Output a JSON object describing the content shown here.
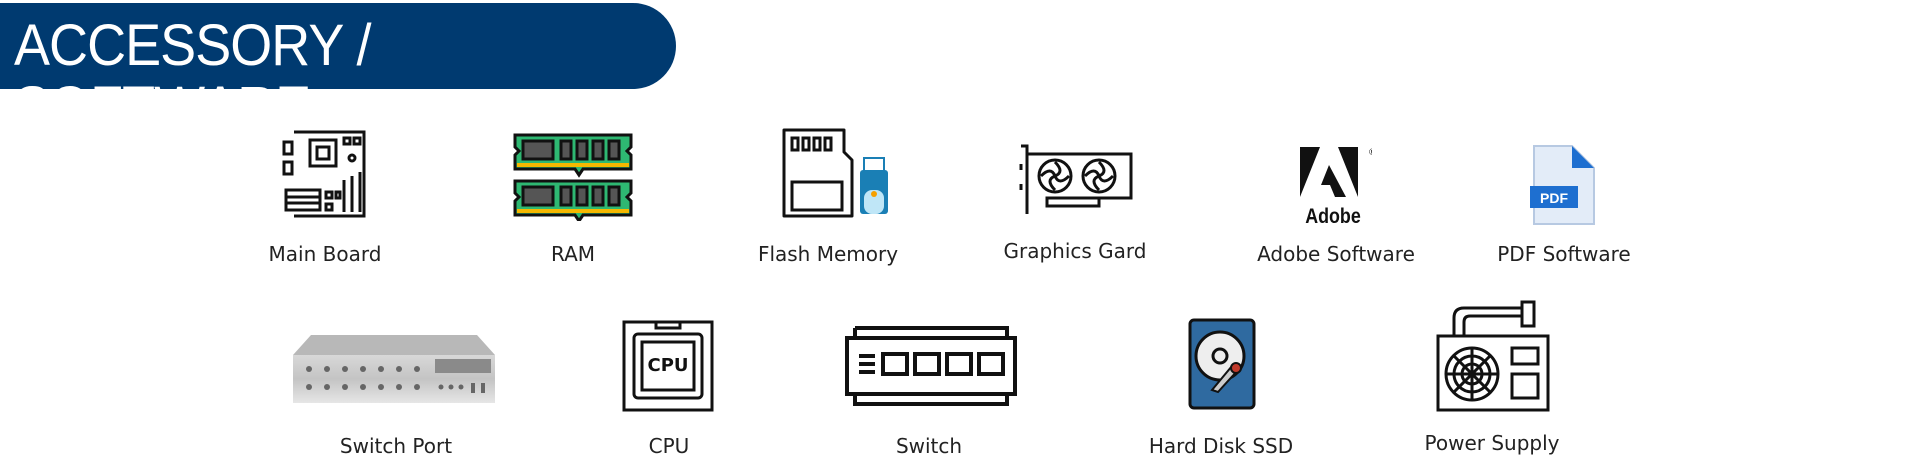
{
  "header": {
    "title": "ACCESSORY / SOFTWARE"
  },
  "colors": {
    "banner": "#003a70",
    "ram_green": "#2eb872",
    "ram_gold": "#f5b800",
    "usb_blue": "#1a7fb5",
    "hdd_blue": "#2f6aa0",
    "pdf_blue": "#1e6fd0"
  },
  "items": [
    {
      "label": "Main Board",
      "icon": "motherboard-icon"
    },
    {
      "label": "RAM",
      "icon": "ram-icon"
    },
    {
      "label": "Flash Memory",
      "icon": "flash-memory-icon"
    },
    {
      "label": "Graphics Gard",
      "icon": "graphics-card-icon"
    },
    {
      "label": "Adobe Software",
      "icon": "adobe-icon",
      "logo_text": "Adobe"
    },
    {
      "label": "PDF Software",
      "icon": "pdf-icon",
      "logo_text": "PDF"
    },
    {
      "label": "Switch Port",
      "icon": "switch-port-icon"
    },
    {
      "label": "CPU",
      "icon": "cpu-icon",
      "logo_text": "CPU"
    },
    {
      "label": "Switch",
      "icon": "switch-icon"
    },
    {
      "label": "Hard Disk SSD",
      "icon": "hard-disk-icon"
    },
    {
      "label": "Power Supply",
      "icon": "power-supply-icon"
    }
  ]
}
